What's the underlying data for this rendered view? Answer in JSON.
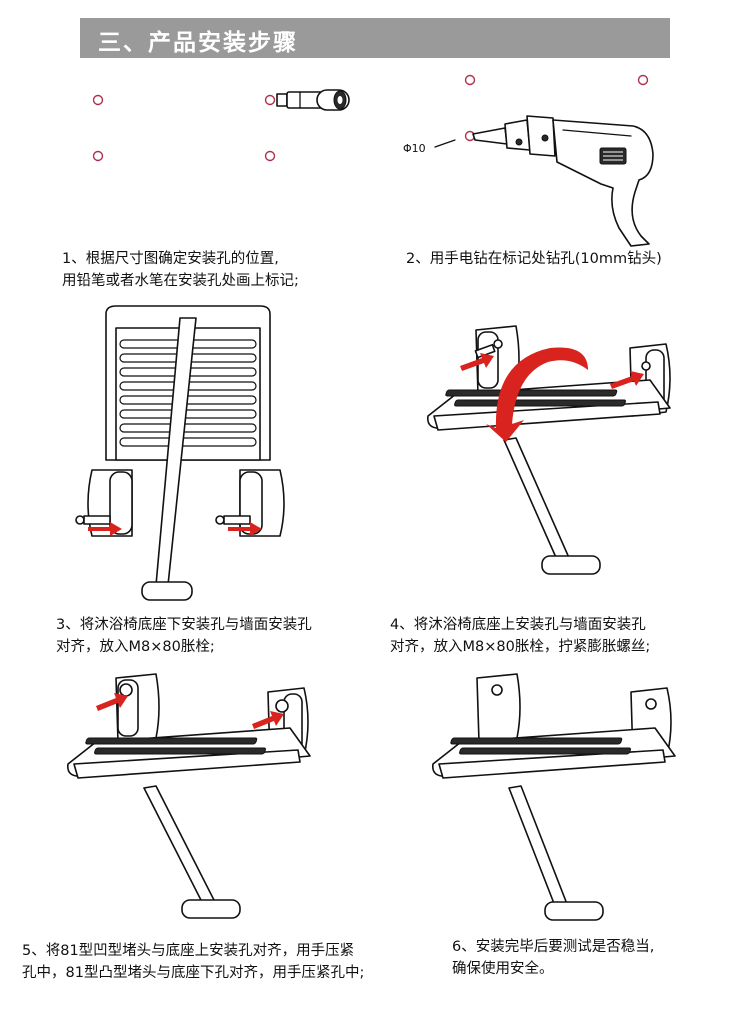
{
  "header": {
    "title": "三、产品安装步骤",
    "bg_color": "#9a9a9a"
  },
  "accent_color": "#d8231e",
  "steps": [
    {
      "caption": "1、根据尺寸图确定安装孔的位置,\n用铅笔或者水笔在安装孔处画上标记;"
    },
    {
      "caption": "2、用手电钻在标记处钻孔(10mm钻头)",
      "dimension_label": "Φ10"
    },
    {
      "caption": "3、将沐浴椅底座下安装孔与墙面安装孔\n对齐，放入M8×80胀栓;"
    },
    {
      "caption": "4、将沐浴椅底座上安装孔与墙面安装孔\n对齐，放入M8×80胀栓，拧紧膨胀螺丝;"
    },
    {
      "caption": "5、将81型凹型堵头与底座上安装孔对齐，用手压紧\n孔中，81型凸型堵头与底座下孔对齐，用手压紧孔中;"
    },
    {
      "caption": "6、安装完毕后要测试是否稳当,\n确保使用安全。"
    }
  ]
}
